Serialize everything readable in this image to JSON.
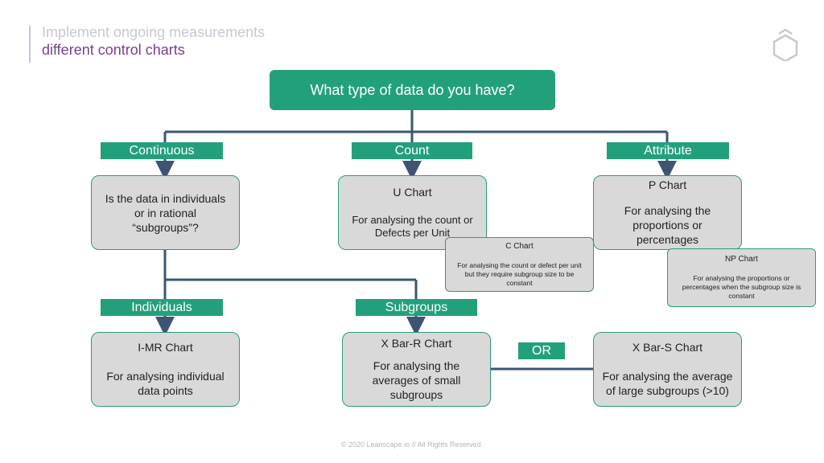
{
  "header": {
    "line1": "Implement ongoing measurements",
    "line2": "different control charts"
  },
  "question": "What type of data do you have?",
  "labels": {
    "continuous": "Continuous",
    "count": "Count",
    "attribute": "Attribute",
    "individuals": "Individuals",
    "subgroups": "Subgroups",
    "or": "OR"
  },
  "nodes": {
    "subgroup_question": "Is the data in individuals or in rational “subgroups”?",
    "u_chart": {
      "title": "U Chart",
      "desc": "For analysing the count or Defects per Unit"
    },
    "c_chart": {
      "title": "C Chart",
      "desc": "For analysing the count or defect per unit but they require subgroup size to be constant"
    },
    "p_chart": {
      "title": "P Chart",
      "desc": "For analysing the proportions or percentages"
    },
    "np_chart": {
      "title": "NP Chart",
      "desc": "For analysing the proportions or percentages when the subgroup size is constant"
    },
    "imr_chart": {
      "title": "I-MR Chart",
      "desc": "For analysing individual data points"
    },
    "xbar_r_chart": {
      "title": "X Bar-R Chart",
      "desc": "For analysing the averages of small subgroups"
    },
    "xbar_s_chart": {
      "title": "X Bar-S Chart",
      "desc": "For analysing the average of large subgroups (>10)"
    }
  },
  "footer": "© 2020 Leanscape.io // All Rights Reserved.",
  "colors": {
    "accent_green": "#22a07c",
    "connector": "#3d5573",
    "box_fill": "#d9d9d9",
    "header_purple": "#7a3f8c"
  }
}
